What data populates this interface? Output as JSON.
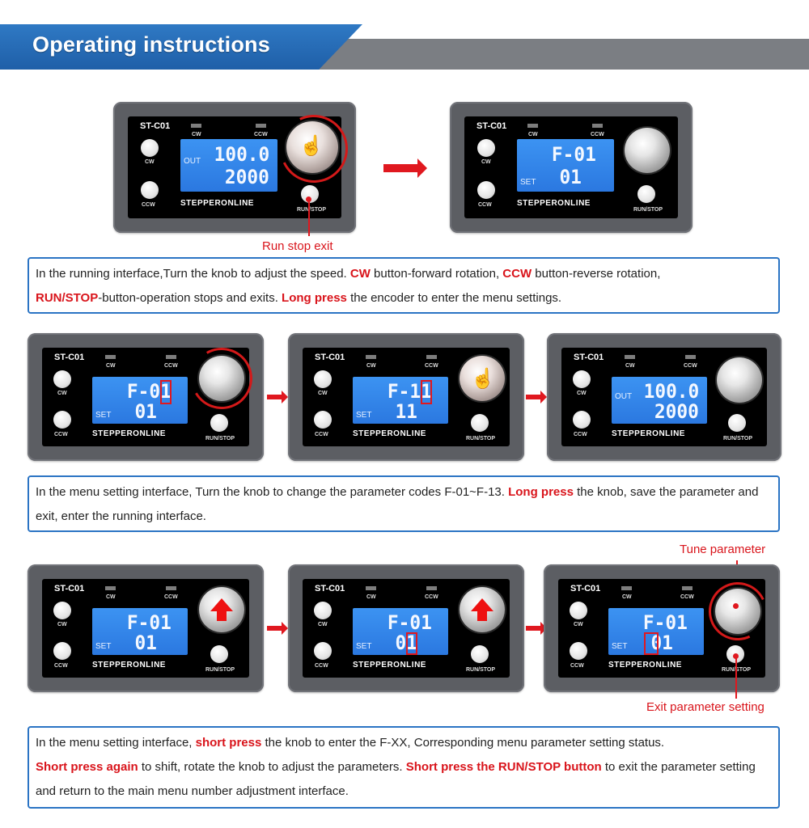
{
  "header": {
    "title": "Operating instructions"
  },
  "device": {
    "model": "ST-C01",
    "brand": "STEPPERONLINE",
    "led_cw": "CW",
    "led_ccw": "CCW",
    "btn_cw": "CW",
    "btn_ccw": "CCW",
    "btn_runstop": "RUN/STOP",
    "lcd_out": "OUT",
    "lcd_set": "SET"
  },
  "screens": {
    "run": {
      "top": "100.0",
      "bottom": "2000"
    },
    "f01": {
      "top": "F-01",
      "bottom": "01"
    },
    "f11": {
      "top": "F-11",
      "bottom": "11"
    }
  },
  "callouts": {
    "run_stop_exit": "Run stop exit",
    "tune_parameter": "Tune parameter",
    "exit_parameter_setting": "Exit parameter setting"
  },
  "section1": {
    "t1": "In the running interface,Turn the knob to adjust the speed. ",
    "e1": "CW",
    "t2": " button-forward rotation, ",
    "e2": "CCW",
    "t3": " button-reverse rotation,",
    "e3": "RUN/STOP",
    "t4": "-button-operation stops and exits. ",
    "e4": "Long press",
    "t5": " the encoder to enter the menu settings."
  },
  "section2": {
    "t1": "In the menu setting interface, Turn the knob to change the parameter codes F-01~F-13. ",
    "e1": "Long press",
    "t2": " the knob, save the parameter and exit, enter the running interface."
  },
  "section3": {
    "t1": "In the menu setting interface, ",
    "e1": "short press",
    "t2": " the knob to enter the F-XX, Corresponding menu parameter setting status.",
    "e2": "Short press again",
    "t3": " to shift, rotate the knob to adjust the parameters. ",
    "e3": "Short press the RUN/STOP button",
    "t4": " to exit the parameter setting and return to the main menu number adjustment interface."
  },
  "colors": {
    "accent_red": "#d9141b",
    "banner_blue": "#1f5fa8",
    "lcd_blue": "#2b78e0",
    "device_gray": "#5c5e63"
  }
}
